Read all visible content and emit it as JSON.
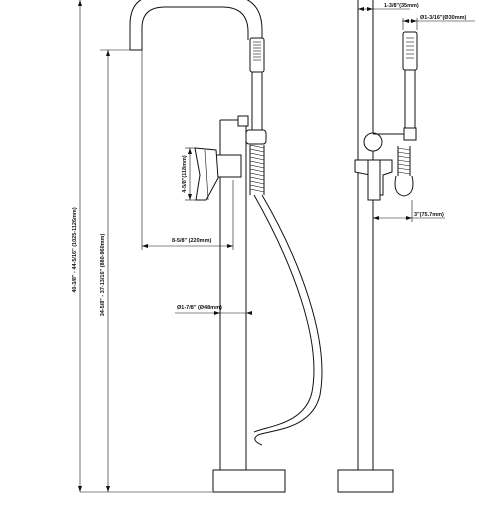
{
  "dimensions": {
    "overall_height": "40-3/8\" - 44-5/16\" (1025-1126mm)",
    "outlet_height": "34-5/8\" - 37-13/16\" (880-960mm)",
    "handle_height": "4-5/8\"(118mm)",
    "spout_reach": "8-5/8\" (220mm)",
    "column_diameter": "Ø1-7/8\" (Ø48mm)",
    "side_top_width": "1-3/8\"(35mm)",
    "side_handshower_diameter": "Ø1-3/16\"(Ø30mm)",
    "side_depth": "3\"(75.7mm)"
  }
}
